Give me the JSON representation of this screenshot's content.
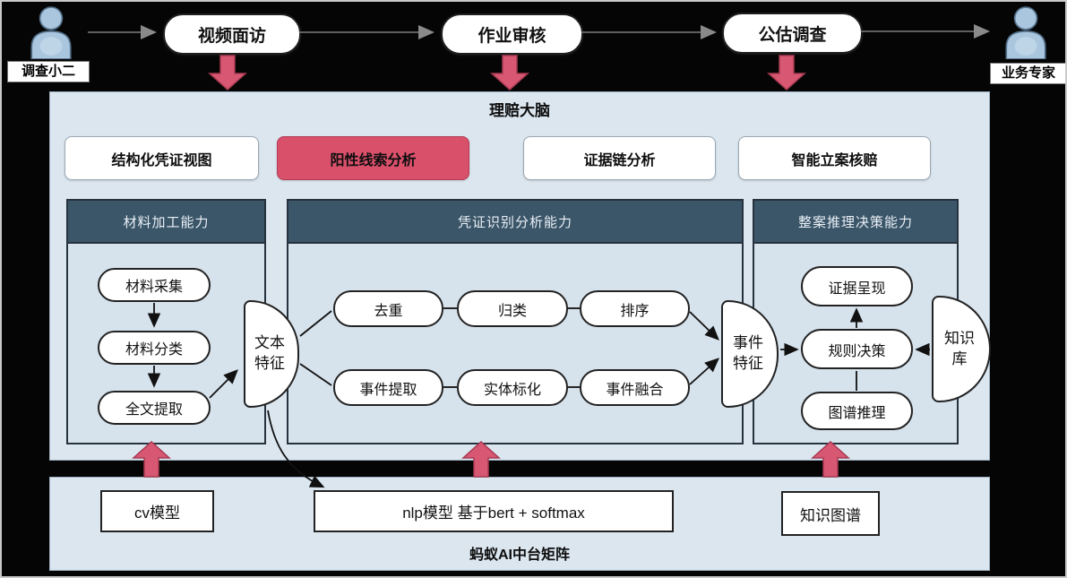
{
  "colors": {
    "background": "#000000",
    "panel_blue": "#dbe6ef",
    "subpanel_blue": "#d6e2ec",
    "header_dark": "#3b5669",
    "highlight_red": "#d9506b",
    "arrow_red": "#d85873",
    "node_white": "#ffffff"
  },
  "actors": {
    "left_label": "调查小二",
    "right_label": "业务专家"
  },
  "top_flow": {
    "steps": [
      "视频面访",
      "作业审核",
      "公估调查"
    ]
  },
  "brain": {
    "title": "理赔大脑",
    "features": [
      {
        "label": "结构化凭证视图",
        "highlighted": false
      },
      {
        "label": "阳性线索分析",
        "highlighted": true
      },
      {
        "label": "证据链分析",
        "highlighted": false
      },
      {
        "label": "智能立案核赔",
        "highlighted": false
      }
    ],
    "material_panel": {
      "title": "材料加工能力",
      "items": [
        "材料采集",
        "材料分类",
        "全文提取"
      ]
    },
    "voucher_panel": {
      "title": "凭证识别分析能力",
      "rows": [
        [
          "去重",
          "归类",
          "排序"
        ],
        [
          "事件提取",
          "实体标化",
          "事件融合"
        ]
      ]
    },
    "decision_panel": {
      "title": "整案推理决策能力",
      "items": [
        "证据呈现",
        "规则决策",
        "图谱推理"
      ]
    },
    "text_feature": "文本特征",
    "event_feature": "事件特征",
    "knowledge_base": "知识库"
  },
  "platform": {
    "title": "蚂蚁AI中台矩阵",
    "cv_model": "cv模型",
    "nlp_model": "nlp模型 基于bert + softmax",
    "knowledge_graph": "知识图谱"
  }
}
